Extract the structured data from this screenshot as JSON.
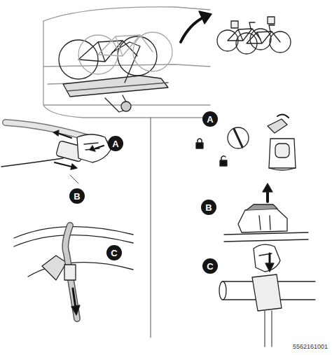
{
  "diagram": {
    "nodes": [
      {
        "text": [
          "A"
        ]
      },
      {
        "text": [
          "B"
        ]
      },
      {
        "text": [
          "C"
        ]
      },
      {
        "text": [
          "A"
        ]
      },
      {
        "text": [
          "B"
        ]
      },
      {
        "text": [
          "C"
        ]
      }
    ],
    "labels": [
      "5562161001"
    ]
  }
}
